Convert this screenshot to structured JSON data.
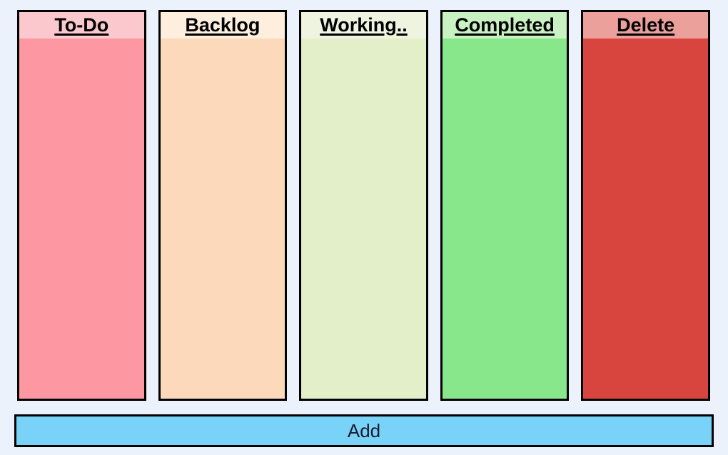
{
  "page": {
    "background_color": "#ebf2fb",
    "border_color": "#000000"
  },
  "board": {
    "columns": [
      {
        "label": "To-Do",
        "header_color": "#fac8cd",
        "body_color": "#fd98a2"
      },
      {
        "label": "Backlog",
        "header_color": "#fdeedd",
        "body_color": "#fdd9bb"
      },
      {
        "label": "Working..",
        "header_color": "#eff4e0",
        "body_color": "#e2efc9"
      },
      {
        "label": "Completed",
        "header_color": "#c9f2c2",
        "body_color": "#87e78a"
      },
      {
        "label": "Delete",
        "header_color": "#eca09c",
        "body_color": "#d8443e"
      }
    ]
  },
  "add_button": {
    "label": "Add",
    "background_color": "#79d3f9",
    "text_color": "#1a1a30"
  }
}
